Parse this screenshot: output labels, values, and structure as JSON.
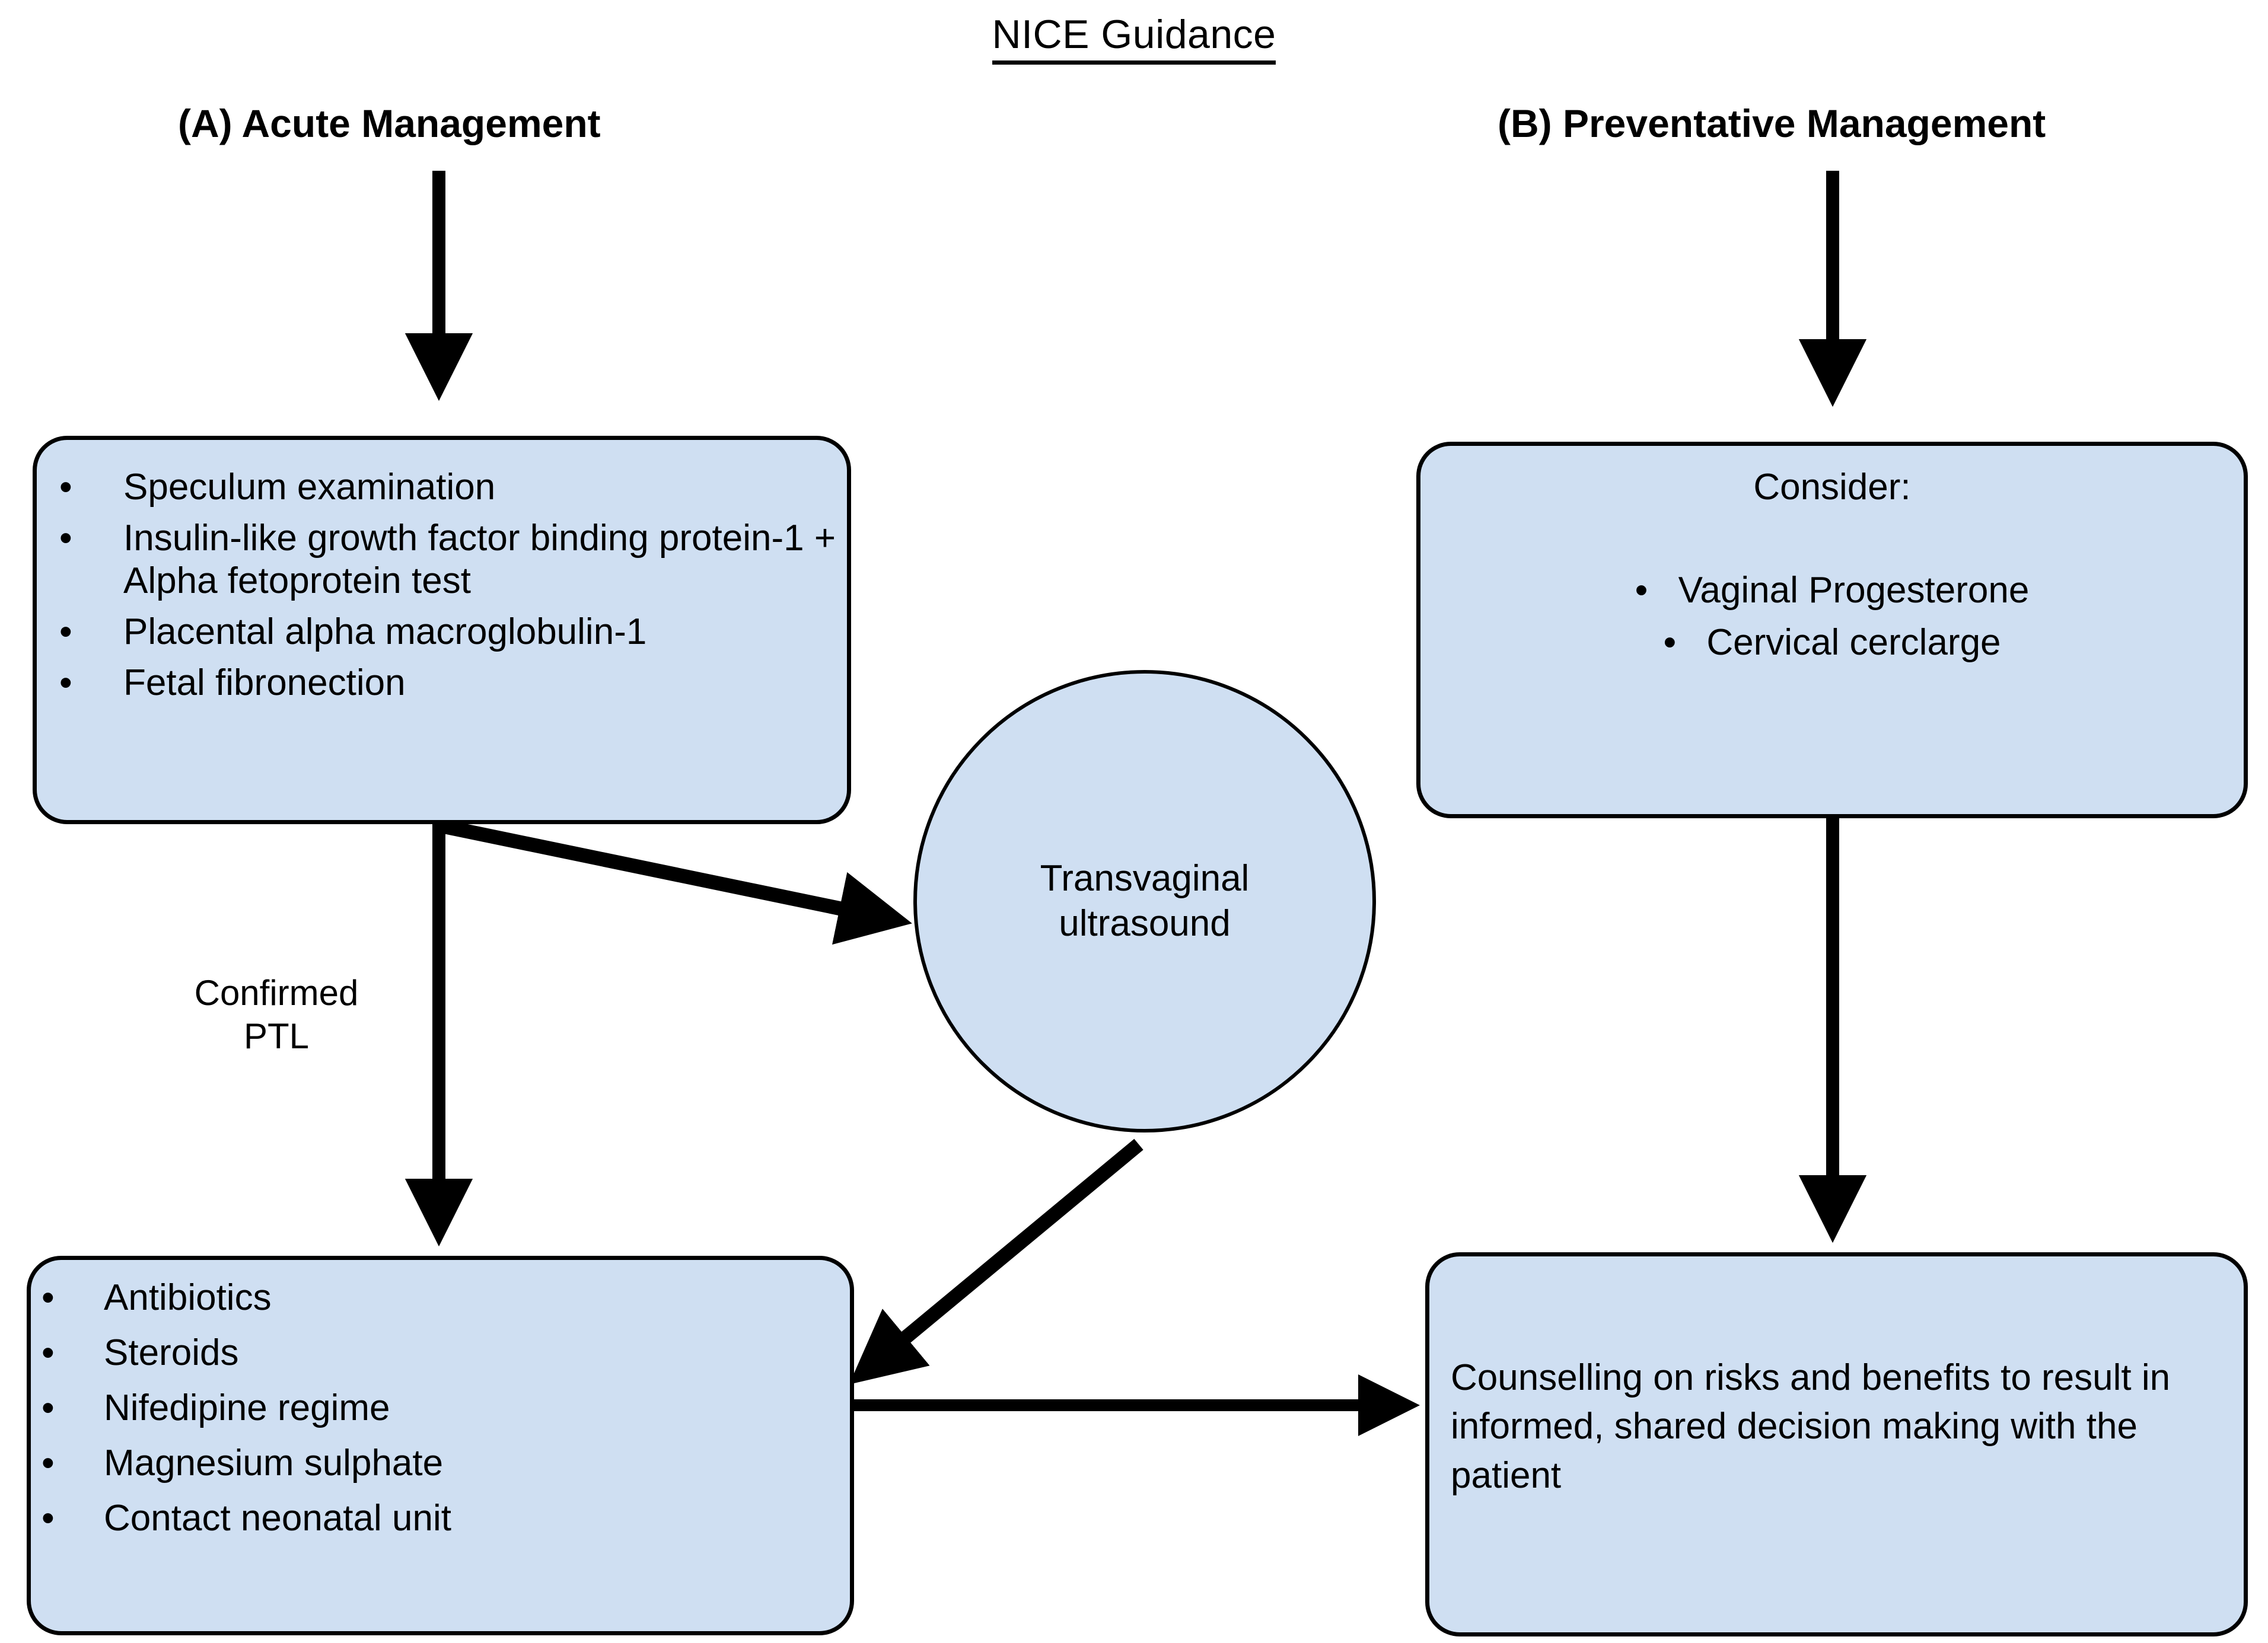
{
  "title": "NICE Guidance",
  "colors": {
    "node_fill": "#cfdff2",
    "node_stroke": "#000000",
    "edge_stroke": "#000000",
    "page_background": "#ffffff",
    "text": "#000000"
  },
  "columns": [
    {
      "id": "a",
      "heading": "(A) Acute Management"
    },
    {
      "id": "b",
      "heading": "(B) Preventative Management"
    }
  ],
  "nodes": {
    "a1": {
      "shape": "rounded-rectangle",
      "bullets": [
        "Speculum examination",
        "Insulin-like growth factor binding protein-1 + Alpha fetoprotein test",
        "Placental alpha macroglobulin-1",
        "Fetal fibronection"
      ]
    },
    "a2": {
      "shape": "rounded-rectangle",
      "bullets": [
        "Antibiotics",
        "Steroids",
        "Nifedipine regime",
        "Magnesium sulphate",
        "Contact neonatal unit"
      ]
    },
    "tvus": {
      "shape": "circle",
      "line1": "Transvaginal",
      "line2": "ultrasound"
    },
    "b1": {
      "shape": "rounded-rectangle",
      "heading": "Consider:",
      "bullets": [
        "Vaginal Progesterone",
        "Cervical cerclarge"
      ]
    },
    "b2": {
      "shape": "rounded-rectangle",
      "text": "Counselling on risks and benefits to result in informed, shared decision making with the patient"
    }
  },
  "edges": [
    {
      "id": "heading-a-to-a1",
      "from": "(A) Acute Management",
      "to": "a1",
      "label": "",
      "style": "solid-arrow-down"
    },
    {
      "id": "a1-to-a2",
      "from": "a1",
      "to": "a2",
      "label": "Confirmed\nPTL",
      "style": "solid-arrow-down"
    },
    {
      "id": "a1-to-tvus",
      "from": "a1",
      "to": "tvus",
      "label": "",
      "style": "solid-arrow-diagonal"
    },
    {
      "id": "tvus-to-a2",
      "from": "tvus",
      "to": "a2",
      "label": "",
      "style": "solid-arrow-diagonal"
    },
    {
      "id": "a2-to-b2",
      "from": "a2",
      "to": "b2",
      "label": "",
      "style": "solid-arrow-right"
    },
    {
      "id": "heading-b-to-b1",
      "from": "(B) Preventative Management",
      "to": "b1",
      "label": "",
      "style": "solid-arrow-down"
    },
    {
      "id": "b1-to-b2",
      "from": "b1",
      "to": "b2",
      "label": "",
      "style": "solid-arrow-down"
    }
  ],
  "bullet_glyph": "•"
}
